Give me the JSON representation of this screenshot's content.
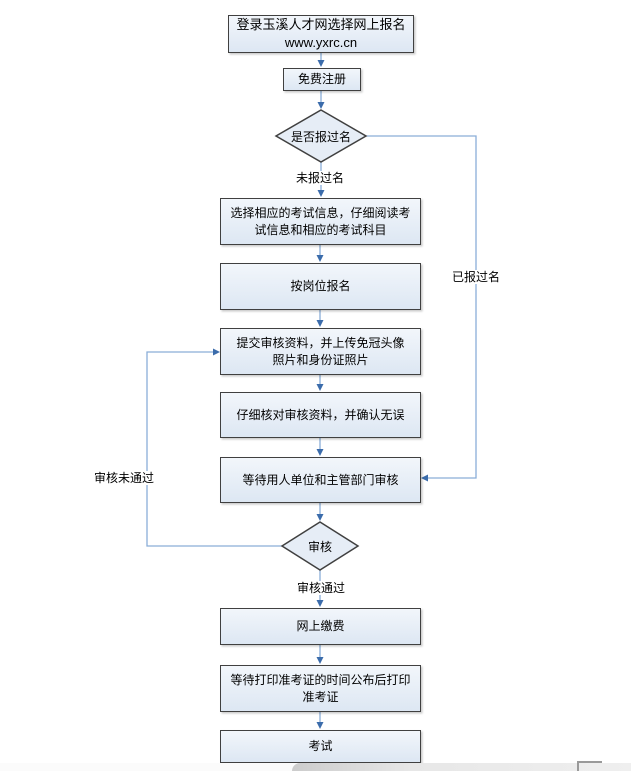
{
  "flow": {
    "nodes": {
      "start": {
        "line1": "登录玉溪人才网选择网上报名",
        "line2": "www.yxrc.cn"
      },
      "register": {
        "label": "免费注册"
      },
      "decision_registered": {
        "label": "是否报过名"
      },
      "select_exam": {
        "line1": "选择相应的考试信息，仔细阅读考",
        "line2": "试信息和相应的考试科目"
      },
      "apply_by_post": {
        "label": "按岗位报名"
      },
      "submit_materials": {
        "line1": "提交审核资料，并上传免冠头像",
        "line2": "照片和身份证照片"
      },
      "check_materials": {
        "label": "仔细核对审核资料，并确认无误"
      },
      "wait_review": {
        "label": "等待用人单位和主管部门审核"
      },
      "decision_review": {
        "label": "审核"
      },
      "pay_online": {
        "label": "网上缴费"
      },
      "print_admission": {
        "line1": "等待打印准考证的时间公布后打印",
        "line2": "准考证"
      },
      "exam": {
        "label": "考试"
      }
    },
    "edge_labels": {
      "not_registered": "未报过名",
      "registered": "已报过名",
      "review_failed": "审核未通过",
      "review_passed": "审核通过"
    },
    "colors": {
      "node_fill_top": "#f2f6fb",
      "node_fill_bottom": "#dde7f3",
      "node_border": "#404040",
      "connector_line": "#8aadd8",
      "connector_head": "#3b6cab"
    }
  }
}
